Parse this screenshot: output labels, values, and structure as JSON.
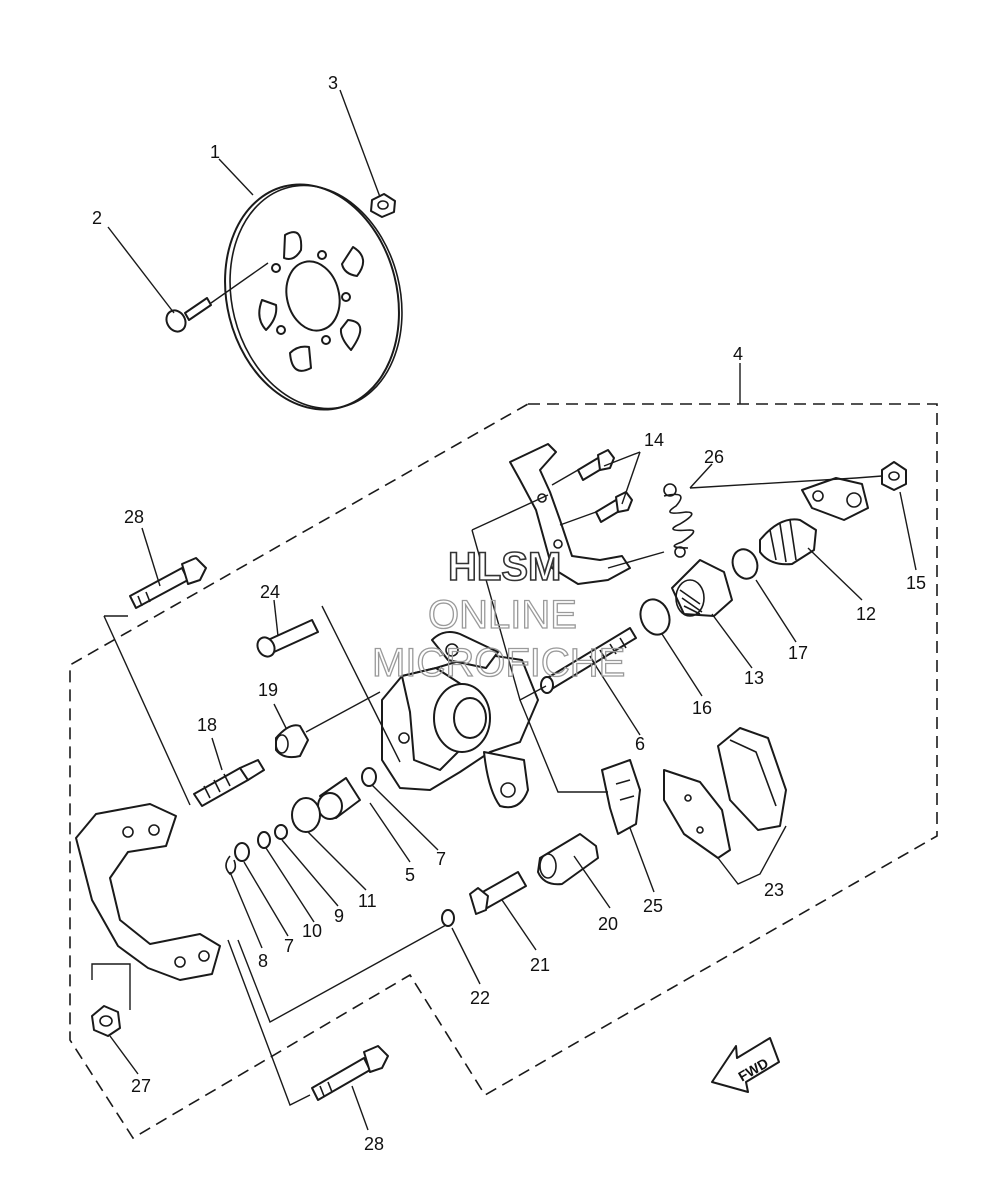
{
  "watermark": {
    "line1": "HLSM",
    "line2": "ONLINE",
    "line3": "MICROFICHE"
  },
  "fwd_label": "FWD",
  "callouts": [
    "1",
    "2",
    "3",
    "4",
    "5",
    "6",
    "7",
    "7",
    "8",
    "9",
    "10",
    "11",
    "12",
    "13",
    "14",
    "15",
    "16",
    "17",
    "18",
    "19",
    "20",
    "21",
    "22",
    "23",
    "24",
    "25",
    "26",
    "27",
    "28",
    "28"
  ],
  "colors": {
    "ink": "#1a1a1a",
    "paper": "#ffffff",
    "watermark_outline": "#333333"
  }
}
